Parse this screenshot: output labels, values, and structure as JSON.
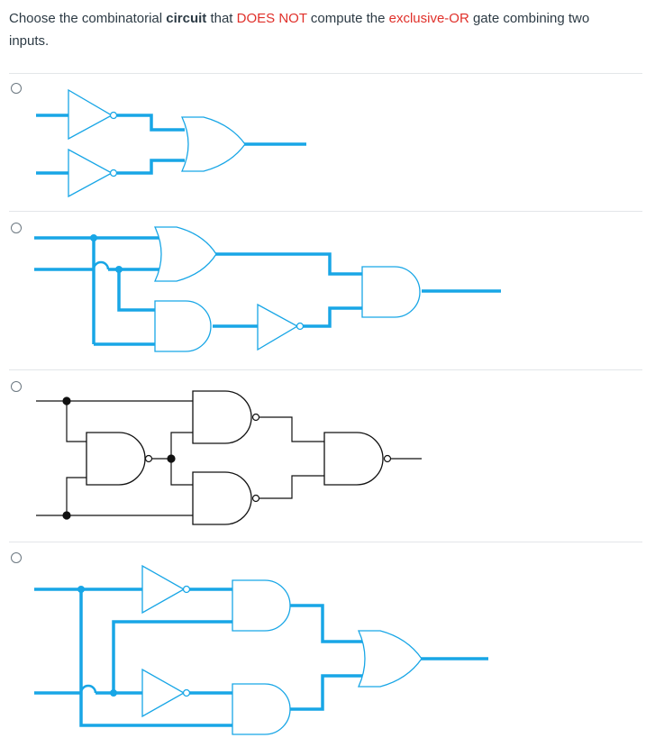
{
  "question": {
    "part1": "Choose the combinatorial ",
    "bold1": "circuit",
    "part2": " that ",
    "red1": "DOES NOT",
    "part3": " compute the ",
    "red2": "exclusive-OR",
    "part4": " gate combining two inputs."
  },
  "options": [
    {
      "id": "option-1",
      "selected": false,
      "wire_color": "#18a6e6"
    },
    {
      "id": "option-2",
      "selected": false,
      "wire_color": "#18a6e6"
    },
    {
      "id": "option-3",
      "selected": false,
      "wire_color": "#111111"
    },
    {
      "id": "option-4",
      "selected": false,
      "wire_color": "#18a6e6"
    }
  ],
  "colors": {
    "accent_text": "#e0302a",
    "divider": "#e3e6e9",
    "blue_wire": "#18a6e6"
  }
}
